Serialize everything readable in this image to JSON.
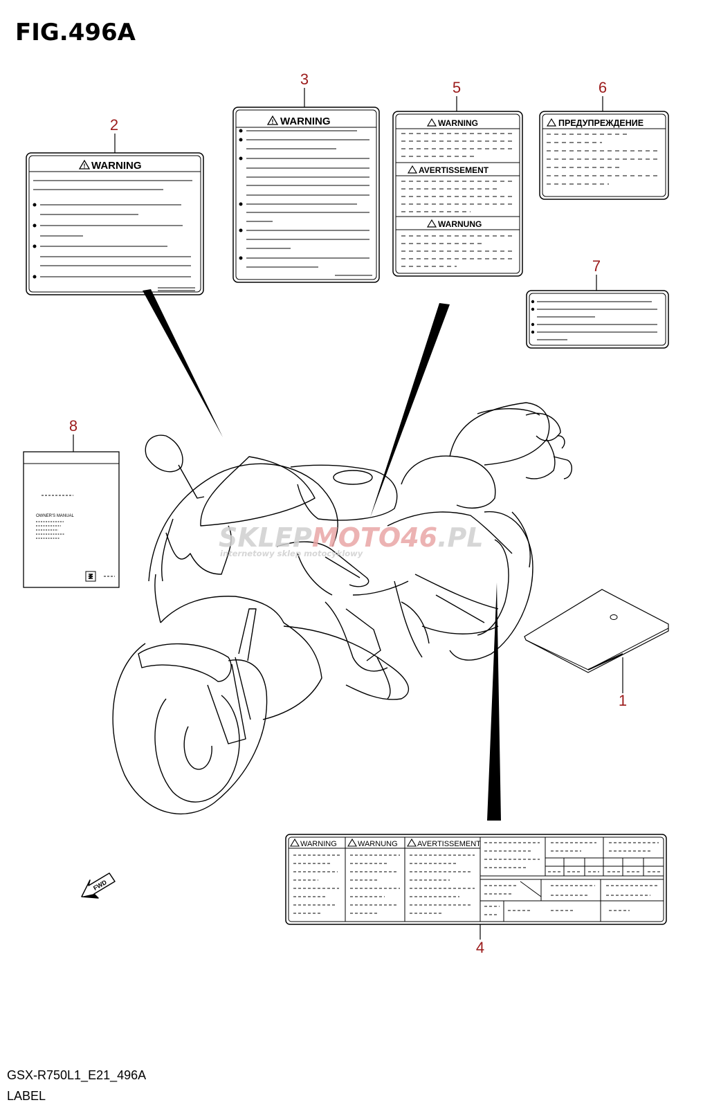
{
  "figure": {
    "title": "FIG.496A"
  },
  "footer": {
    "code": "GSX-R750L1_E21_496A",
    "caption": "LABEL"
  },
  "callouts": [
    "1",
    "2",
    "3",
    "4",
    "5",
    "6",
    "7",
    "8"
  ],
  "labels": {
    "warning": "WARNING",
    "avertissement": "AVERTISSEMENT",
    "warnung": "WARNUNG",
    "russian_warning": "ПРЕДУПРЕЖДЕНИЕ",
    "owners_manual": "OWNER'S MANUAL",
    "fwd": "FWD"
  },
  "watermark": {
    "brand_a": "SKLEP",
    "brand_b": "MOTO",
    "brand_c": "46",
    "brand_d": ".PL",
    "tagline": "internetowy sklep motocyklowy",
    "colors": {
      "gray": "#c9c9c9",
      "red": "#e8a0a0"
    }
  },
  "colors": {
    "callout": "#9b1b1b",
    "line": "#000000"
  }
}
